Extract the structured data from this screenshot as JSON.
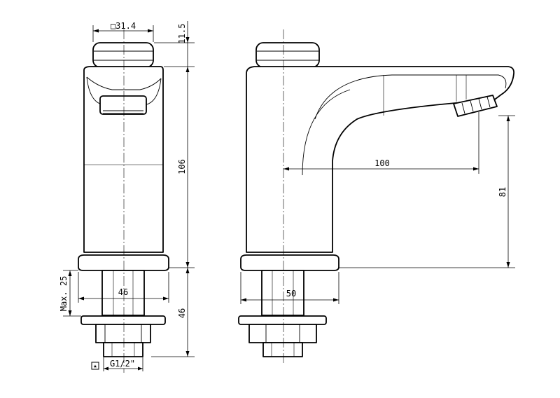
{
  "dimensions": {
    "square_size": "□31.4",
    "cap_height": "11.5",
    "body_height": "106",
    "max_thickness": "Max. 25",
    "base_width_front": "46",
    "shank_length": "46",
    "thread": "G1/2\"",
    "spout_reach": "100",
    "spout_height": "81",
    "base_width_side": "50"
  },
  "views": [
    "front-view",
    "side-view"
  ]
}
